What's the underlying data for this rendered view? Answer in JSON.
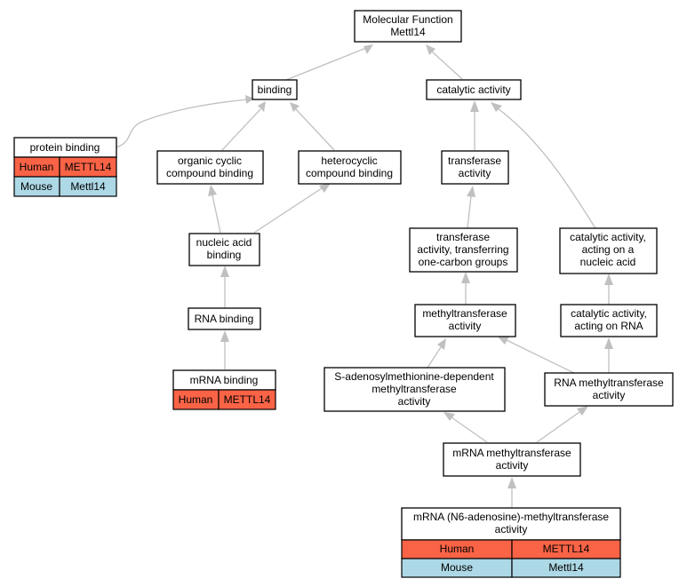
{
  "graph": {
    "nodes": {
      "root": [
        "Molecular Function",
        "Mettl14"
      ],
      "binding": [
        "binding"
      ],
      "catalytic": [
        "catalytic activity"
      ],
      "protein_binding": [
        "protein binding"
      ],
      "organic": [
        "organic cyclic",
        "compound binding"
      ],
      "heterocyclic": [
        "heterocyclic",
        "compound binding"
      ],
      "transferase": [
        "transferase",
        "activity"
      ],
      "nucleic_binding": [
        "nucleic acid",
        "binding"
      ],
      "rna_binding": [
        "RNA binding"
      ],
      "mrna_binding": [
        "mRNA binding"
      ],
      "tr_onecarbon": [
        "transferase",
        "activity, transferring",
        "one-carbon groups"
      ],
      "cat_nucleic": [
        "catalytic activity,",
        "acting on a",
        "nucleic acid"
      ],
      "mtase": [
        "methyltransferase",
        "activity"
      ],
      "cat_rna": [
        "catalytic activity,",
        "acting on RNA"
      ],
      "sam_mtase": [
        "S-adenosylmethionine-dependent",
        "methyltransferase",
        "activity"
      ],
      "rna_mtase": [
        "RNA methyltransferase",
        "activity"
      ],
      "mrna_mtase": [
        "mRNA methyltransferase",
        "activity"
      ],
      "m6a_mtase": [
        "mRNA (N6-adenosine)-methyltransferase",
        "activity"
      ]
    },
    "annotations": {
      "protein_binding": [
        {
          "species": "Human",
          "gene": "METTL14"
        },
        {
          "species": "Mouse",
          "gene": "Mettl14"
        }
      ],
      "mrna_binding": [
        {
          "species": "Human",
          "gene": "METTL14"
        }
      ],
      "m6a_mtase": [
        {
          "species": "Human",
          "gene": "METTL14"
        },
        {
          "species": "Mouse",
          "gene": "Mettl14"
        }
      ]
    },
    "colors": {
      "human": "#fa6346",
      "mouse": "#add8e6",
      "edge": "#c0c0c0"
    }
  }
}
